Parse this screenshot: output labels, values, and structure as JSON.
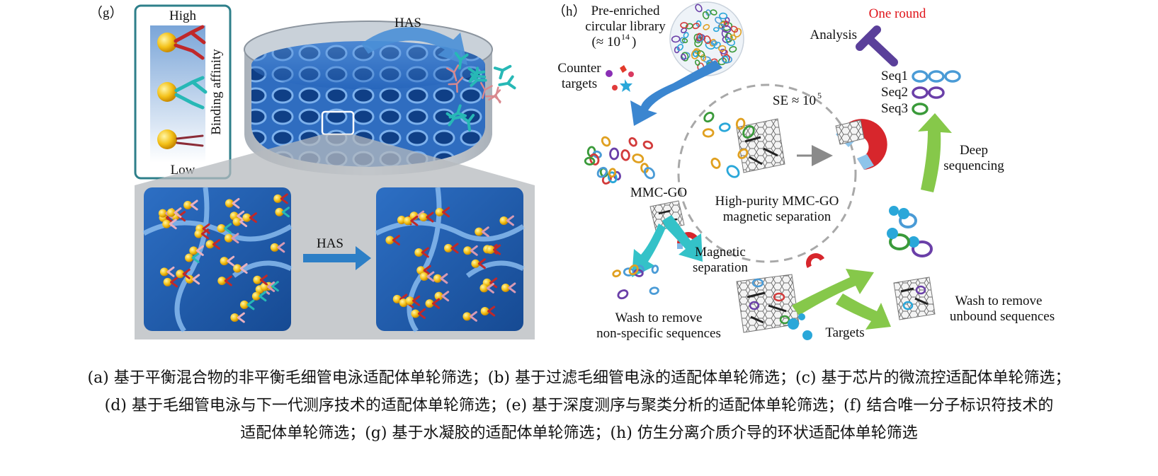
{
  "panel_g": {
    "label": "（g）",
    "affinity_high": "High",
    "affinity_low": "Low",
    "affinity_axis": "Binding affinity",
    "has_top": "HAS",
    "has_mid": "HAS"
  },
  "panel_h": {
    "label": "（h）",
    "library_l1": "Pre-enriched",
    "library_l2": "circular library",
    "library_l3": "(≈ 10",
    "library_exp": "14",
    "library_close": ")",
    "counter_l1": "Counter",
    "counter_l2": "targets",
    "one_round": "One round",
    "analysis": "Analysis",
    "seq1": "Seq1",
    "seq2": "Seq2",
    "seq3": "Seq3",
    "se": "SE ≈ 10",
    "se_exp": "5",
    "deep_l1": "Deep",
    "deep_l2": "sequencing",
    "mmcgo": "MMC-GO",
    "hp_l1": "High-purity MMC-GO",
    "hp_l2": "magnetic separation",
    "mag_l1": "Magnetic",
    "mag_l2": "separation",
    "wash_ns_l1": "Wash to remove",
    "wash_ns_l2": "non-specific sequences",
    "targets": "Targets",
    "wash_ub_l1": "Wash to remove",
    "wash_ub_l2": "unbound sequences"
  },
  "colors": {
    "red_accent": "#e0141a",
    "gel_blue": "#3a78c9",
    "arrow_blue": "#3b86d0",
    "arrow_teal": "#34c2c8",
    "arrow_green": "#86c84a",
    "analysis_purple": "#5a3f9a"
  },
  "caption": {
    "line1": "(a) 基于平衡混合物的非平衡毛细管电泳适配体单轮筛选；(b) 基于过滤毛细管电泳的适配体单轮筛选；(c) 基于芯片的微流控适配体单轮筛选；",
    "line2": "(d) 基于毛细管电泳与下一代测序技术的适配体单轮筛选；(e) 基于深度测序与聚类分析的适配体单轮筛选；(f) 结合唯一分子标识符技术的",
    "line3": "适配体单轮筛选；(g) 基于水凝胶的适配体单轮筛选；(h) 仿生分离介质介导的环状适配体单轮筛选"
  }
}
